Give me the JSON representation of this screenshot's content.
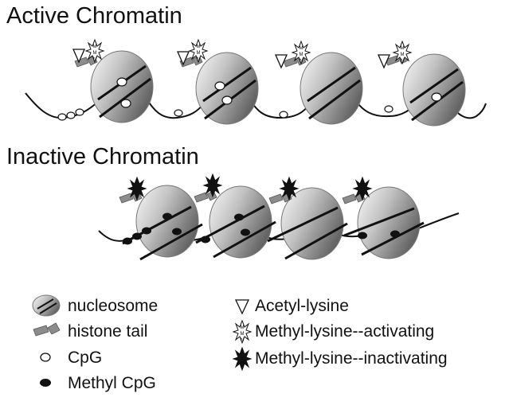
{
  "titles": {
    "active": "Active Chromatin",
    "inactive": "Inactive Chromatin"
  },
  "legend": {
    "nucleosome": "nucleosome",
    "histone_tail": "histone tail",
    "cpg": "CpG",
    "methyl_cpg": "Methyl CpG",
    "acetyl_lysine": "Acetyl-lysine",
    "methyl_activating": "Methyl-lysine--activating",
    "methyl_inactivating": "Methyl-lysine--inactivating"
  },
  "colors": {
    "line": "#111111",
    "histone_tail": "#8c8c8c",
    "nucleosome_light": "#f4f4f4",
    "nucleosome_dark": "#6e6e6e"
  }
}
